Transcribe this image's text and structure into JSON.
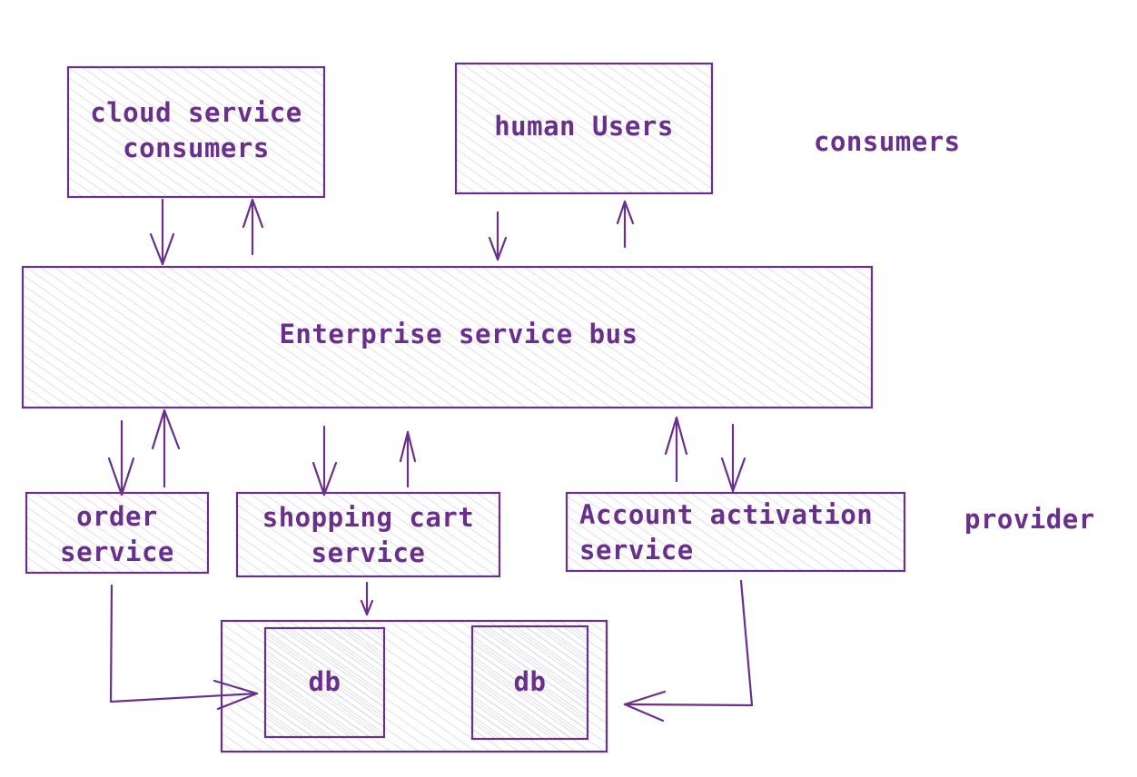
{
  "nodes": {
    "cloud": {
      "line1": "cloud service",
      "line2": "consumers"
    },
    "human": {
      "label": "human Users"
    },
    "esb": {
      "label": "Enterprise service bus"
    },
    "order": {
      "line1": "order",
      "line2": "service"
    },
    "cart": {
      "line1": "shopping cart",
      "line2": "service"
    },
    "account": {
      "line1": "Account activation",
      "line2": "service"
    },
    "db1": {
      "label": "db"
    },
    "db2": {
      "label": "db"
    }
  },
  "tiers": {
    "consumers": "consumers",
    "provider": "provider"
  },
  "colors": {
    "stroke": "#6a2f8c",
    "hatch": "#cfcfd6",
    "text": "#6a2f8c"
  }
}
